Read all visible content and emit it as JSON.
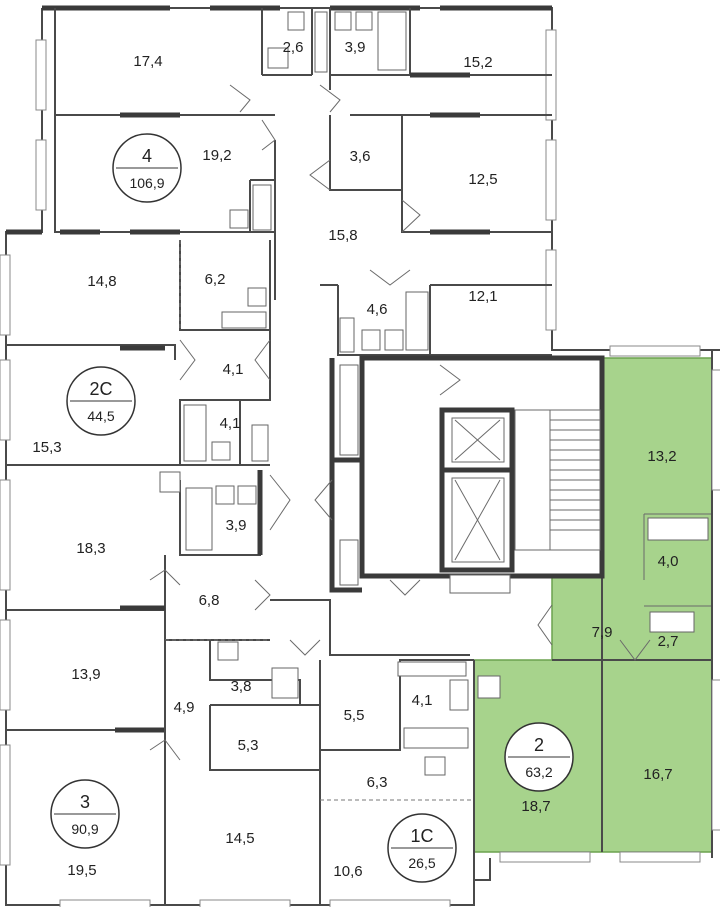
{
  "colors": {
    "highlight": "#a7d38c",
    "highlight_dark": "#6ba24f",
    "wall": "#3a3a3a",
    "background": "#ffffff"
  },
  "rooms": [
    {
      "id": "r17-4",
      "label": "17,4"
    },
    {
      "id": "r2-6",
      "label": "2,6"
    },
    {
      "id": "r3-9a",
      "label": "3,9"
    },
    {
      "id": "r15-2",
      "label": "15,2"
    },
    {
      "id": "r19-2",
      "label": "19,2"
    },
    {
      "id": "r3-6",
      "label": "3,6"
    },
    {
      "id": "r12-5",
      "label": "12,5"
    },
    {
      "id": "r15-8",
      "label": "15,8"
    },
    {
      "id": "r14-8",
      "label": "14,8"
    },
    {
      "id": "r6-2",
      "label": "6,2"
    },
    {
      "id": "r4-6",
      "label": "4,6"
    },
    {
      "id": "r12-1",
      "label": "12,1"
    },
    {
      "id": "r4-1a",
      "label": "4,1"
    },
    {
      "id": "r4-1b",
      "label": "4,1"
    },
    {
      "id": "r15-3",
      "label": "15,3"
    },
    {
      "id": "r13-2",
      "label": "13,2"
    },
    {
      "id": "r18-3",
      "label": "18,3"
    },
    {
      "id": "r3-9b",
      "label": "3,9"
    },
    {
      "id": "r4-0",
      "label": "4,0"
    },
    {
      "id": "r6-8",
      "label": "6,8"
    },
    {
      "id": "r7-9",
      "label": "7,9"
    },
    {
      "id": "r2-7",
      "label": "2,7"
    },
    {
      "id": "r13-9",
      "label": "13,9"
    },
    {
      "id": "r3-8",
      "label": "3,8"
    },
    {
      "id": "r5-5",
      "label": "5,5"
    },
    {
      "id": "r4-1c",
      "label": "4,1"
    },
    {
      "id": "r4-9",
      "label": "4,9"
    },
    {
      "id": "r5-3",
      "label": "5,3"
    },
    {
      "id": "r6-3",
      "label": "6,3"
    },
    {
      "id": "r16-7",
      "label": "16,7"
    },
    {
      "id": "r18-7",
      "label": "18,7"
    },
    {
      "id": "r19-5",
      "label": "19,5"
    },
    {
      "id": "r14-5",
      "label": "14,5"
    },
    {
      "id": "r10-6",
      "label": "10,6"
    }
  ],
  "apartments": [
    {
      "id": "apt-4",
      "number": "4",
      "area": "106,9"
    },
    {
      "id": "apt-2c",
      "number": "2С",
      "area": "44,5"
    },
    {
      "id": "apt-2",
      "number": "2",
      "area": "63,2"
    },
    {
      "id": "apt-3",
      "number": "3",
      "area": "90,9"
    },
    {
      "id": "apt-1c",
      "number": "1С",
      "area": "26,5"
    }
  ]
}
